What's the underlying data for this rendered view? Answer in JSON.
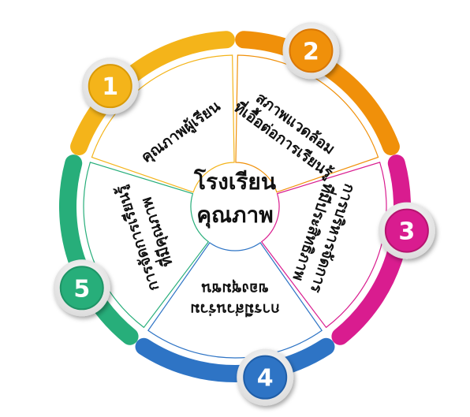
{
  "center": {
    "line1": "โรงเรียน",
    "line2": "คุณภาพ"
  },
  "segments": [
    {
      "number": "1",
      "lines": [
        "คุณภาพผู้เรียน"
      ],
      "color": "#F4B41A",
      "dark": "#D99A08"
    },
    {
      "number": "2",
      "lines": [
        "สภาพแวดล้อม",
        "ที่เอื้อต่อการเรียนรู้"
      ],
      "color": "#F0900A",
      "dark": "#D97706"
    },
    {
      "number": "3",
      "lines": [
        "การบริหารจัดการ",
        "ที่มีประสิทธิภาพ"
      ],
      "color": "#D91C8F",
      "dark": "#B5146F"
    },
    {
      "number": "4",
      "lines": [
        "การมีส่วนร่วม",
        "ของชุมชน"
      ],
      "color": "#2E74C5",
      "dark": "#1F5EA8"
    },
    {
      "number": "5",
      "lines": [
        "การจัดการเรียนรู้",
        "ที่มีคุณภาพ"
      ],
      "color": "#27AE7A",
      "dark": "#1E9466"
    }
  ]
}
